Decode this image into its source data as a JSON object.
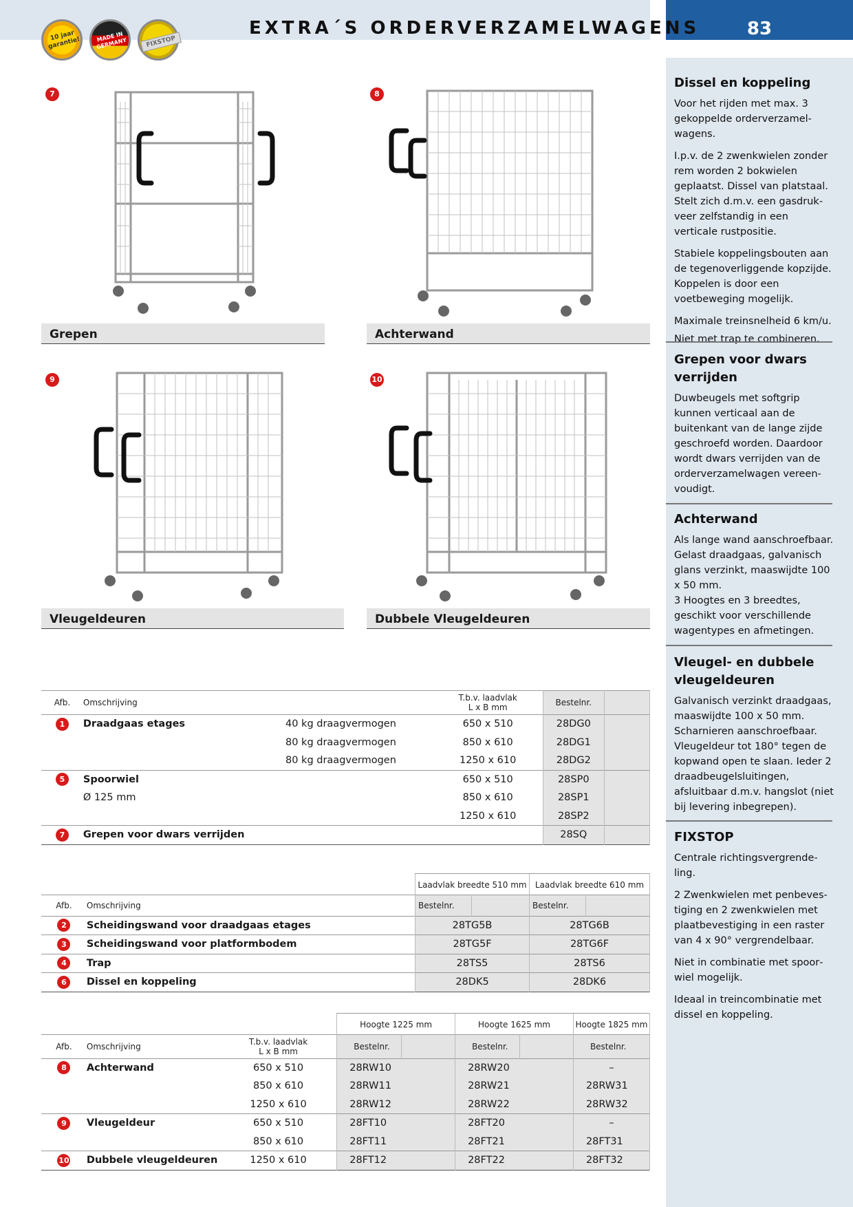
{
  "header": {
    "title": "EXTRA´S ORDERVERZAMELWAGENS",
    "page_number": "83",
    "badges": [
      "10 jaar garantie!",
      "MADE IN GERMANY",
      "FIXSTOP"
    ]
  },
  "photos": [
    {
      "num": "7",
      "caption": "Grepen"
    },
    {
      "num": "8",
      "caption": "Achterwand"
    },
    {
      "num": "9",
      "caption": "Vleugeldeuren"
    },
    {
      "num": "10",
      "caption": "Dubbele Vleugeldeuren"
    }
  ],
  "sidebar": [
    {
      "heading": "Dissel en koppeling",
      "paragraphs": [
        "Voor het rijden met max. 3 gekoppelde orderverzamel­wagens.",
        "I.p.v. de 2 zwenkwielen zonder rem worden 2 bokwielen geplaatst. Dissel van platstaal. Stelt zich d.m.v. een gasdruk­veer zelfstandig in een verticale rustpositie.",
        "Stabiele koppelingsbouten aan de tegenoverliggende kopzijde. Koppelen is door een voetbeweging mogelijk.",
        "Maximale treinsnelheid 6 km/u.",
        "Niet met trap te combineren."
      ]
    },
    {
      "heading": "Grepen voor dwars verrijden",
      "paragraphs": [
        "Duwbeugels met softgrip kunnen verticaal aan de buitenkant van de lange zijde geschroefd worden. Daardoor wordt dwars verrijden van de orderverzamelwagen vereen­voudigt."
      ]
    },
    {
      "heading": "Achterwand",
      "paragraphs": [
        "Als lange wand aanschroefbaar. Gelast draadgaas, galvanisch glans verzinkt, maaswijdte 100 x 50 mm.\n3 Hoogtes en 3 breedtes, geschikt voor verschillende wagentypes en afmetingen."
      ]
    },
    {
      "heading": "Vleugel- en dubbele vleugeldeuren",
      "paragraphs": [
        "Galvanisch verzinkt draadgaas, maaswijdte 100 x 50 mm. Scharnieren aanschroefbaar. Vleugeldeur tot 180° tegen de kopwand open te slaan. Ieder 2 draadbeugelsluitingen, afsluitbaar d.m.v. hangslot (niet bij levering inbegrepen)."
      ]
    },
    {
      "heading": "FIXSTOP",
      "paragraphs": [
        "Centrale richtingsvergrende­ling.",
        "2 Zwenkwielen met penbeves­tiging en 2 zwenkwielen met plaatbevestiging in een raster van 4 x 90° vergrendelbaar.",
        "Niet in combinatie met spoor­wiel mogelijk.",
        "Ideaal in treincombinatie met dissel en koppeling."
      ]
    }
  ],
  "table1": {
    "headers": {
      "afb": "Afb.",
      "omschrijving": "Omschrijving",
      "laadvlak": "T.b.v. laadvlak\nL x B mm",
      "bestelnr": "Bestelnr."
    },
    "rows": [
      {
        "afb": "1",
        "desc": "Draadgaas etages",
        "extra": "40 kg draagvermogen",
        "size": "650 x 510",
        "nr": "28DG0"
      },
      {
        "afb": "",
        "desc": "",
        "extra": "80 kg draagvermogen",
        "size": "850 x 610",
        "nr": "28DG1"
      },
      {
        "afb": "",
        "desc": "",
        "extra": "80 kg draagvermogen",
        "size": "1250 x 610",
        "nr": "28DG2"
      },
      {
        "afb": "5",
        "desc": "Spoorwiel",
        "extra": "",
        "size": "650 x 510",
        "nr": "28SP0"
      },
      {
        "afb": "",
        "desc": "Ø 125 mm",
        "extra": "",
        "size": "850 x 610",
        "nr": "28SP1"
      },
      {
        "afb": "",
        "desc": "",
        "extra": "",
        "size": "1250 x 610",
        "nr": "28SP2"
      },
      {
        "afb": "7",
        "desc": "Grepen voor dwars verrijden",
        "extra": "",
        "size": "",
        "nr": "28SQ"
      }
    ]
  },
  "table2": {
    "group_headers": [
      "Laadvlak breedte 510 mm",
      "Laadvlak breedte 610 mm"
    ],
    "headers": {
      "afb": "Afb.",
      "omschrijving": "Omschrijving",
      "bestelnr": "Bestelnr."
    },
    "rows": [
      {
        "afb": "2",
        "desc": "Scheidingswand voor draadgaas etages",
        "a": "28TG5B",
        "b": "28TG6B"
      },
      {
        "afb": "3",
        "desc": "Scheidingswand voor platformbodem",
        "a": "28TG5F",
        "b": "28TG6F"
      },
      {
        "afb": "4",
        "desc": "Trap",
        "a": "28TS5",
        "b": "28TS6"
      },
      {
        "afb": "6",
        "desc": "Dissel en koppeling",
        "a": "28DK5",
        "b": "28DK6"
      }
    ]
  },
  "table3": {
    "group_headers": [
      "Hoogte 1225 mm",
      "Hoogte 1625 mm",
      "Hoogte 1825 mm"
    ],
    "headers": {
      "afb": "Afb.",
      "omschrijving": "Omschrijving",
      "laadvlak": "T.b.v. laadvlak\nL x B mm",
      "bestelnr": "Bestelnr."
    },
    "rows": [
      {
        "afb": "8",
        "desc": "Achterwand",
        "size": "650 x 510",
        "a": "28RW10",
        "b": "28RW20",
        "c": "–"
      },
      {
        "afb": "",
        "desc": "",
        "size": "850 x 610",
        "a": "28RW11",
        "b": "28RW21",
        "c": "28RW31"
      },
      {
        "afb": "",
        "desc": "",
        "size": "1250 x 610",
        "a": "28RW12",
        "b": "28RW22",
        "c": "28RW32"
      },
      {
        "afb": "9",
        "desc": "Vleugeldeur",
        "size": "650 x 510",
        "a": "28FT10",
        "b": "28FT20",
        "c": "–"
      },
      {
        "afb": "",
        "desc": "",
        "size": "850 x 610",
        "a": "28FT11",
        "b": "28FT21",
        "c": "28FT31"
      },
      {
        "afb": "10",
        "desc": "Dubbele vleugeldeuren",
        "size": "1250 x 610",
        "a": "28FT12",
        "b": "28FT22",
        "c": "28FT32"
      }
    ]
  }
}
